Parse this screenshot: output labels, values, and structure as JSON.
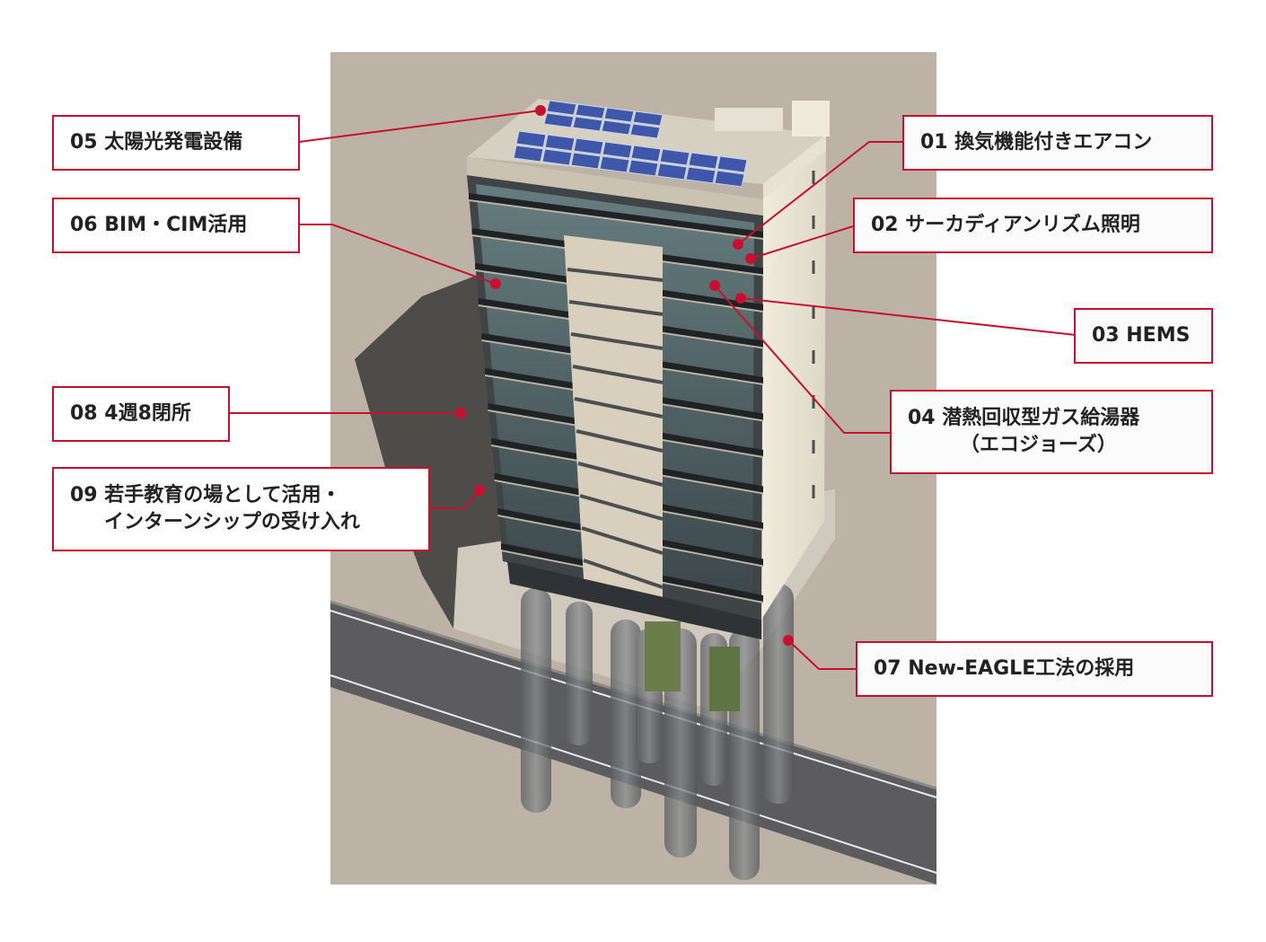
{
  "colors": {
    "accent": "#c8102e",
    "ground": "#bcb3a6",
    "road": "#5c5c5e",
    "facade_dark": "#3f4447",
    "facade_light": "#ece7d7",
    "panel_beige": "#d9cfbd",
    "solar": "#3f57a8"
  },
  "callouts": {
    "c01": "01 換気機能付きエアコン",
    "c02": "02 サーカディアンリズム照明",
    "c03": "03 HEMS",
    "c04_line1": "04 潜熱回収型ガス給湯器",
    "c04_line2": "（エコジョーズ）",
    "c05": "05 太陽光発電設備",
    "c06": "06 BIM・CIM活用",
    "c07": "07 New-EAGLE工法の採用",
    "c08": "08 4週8閉所",
    "c09_line1": "09 若手教育の場として活用・",
    "c09_line2": "インターンシップの受け入れ"
  }
}
